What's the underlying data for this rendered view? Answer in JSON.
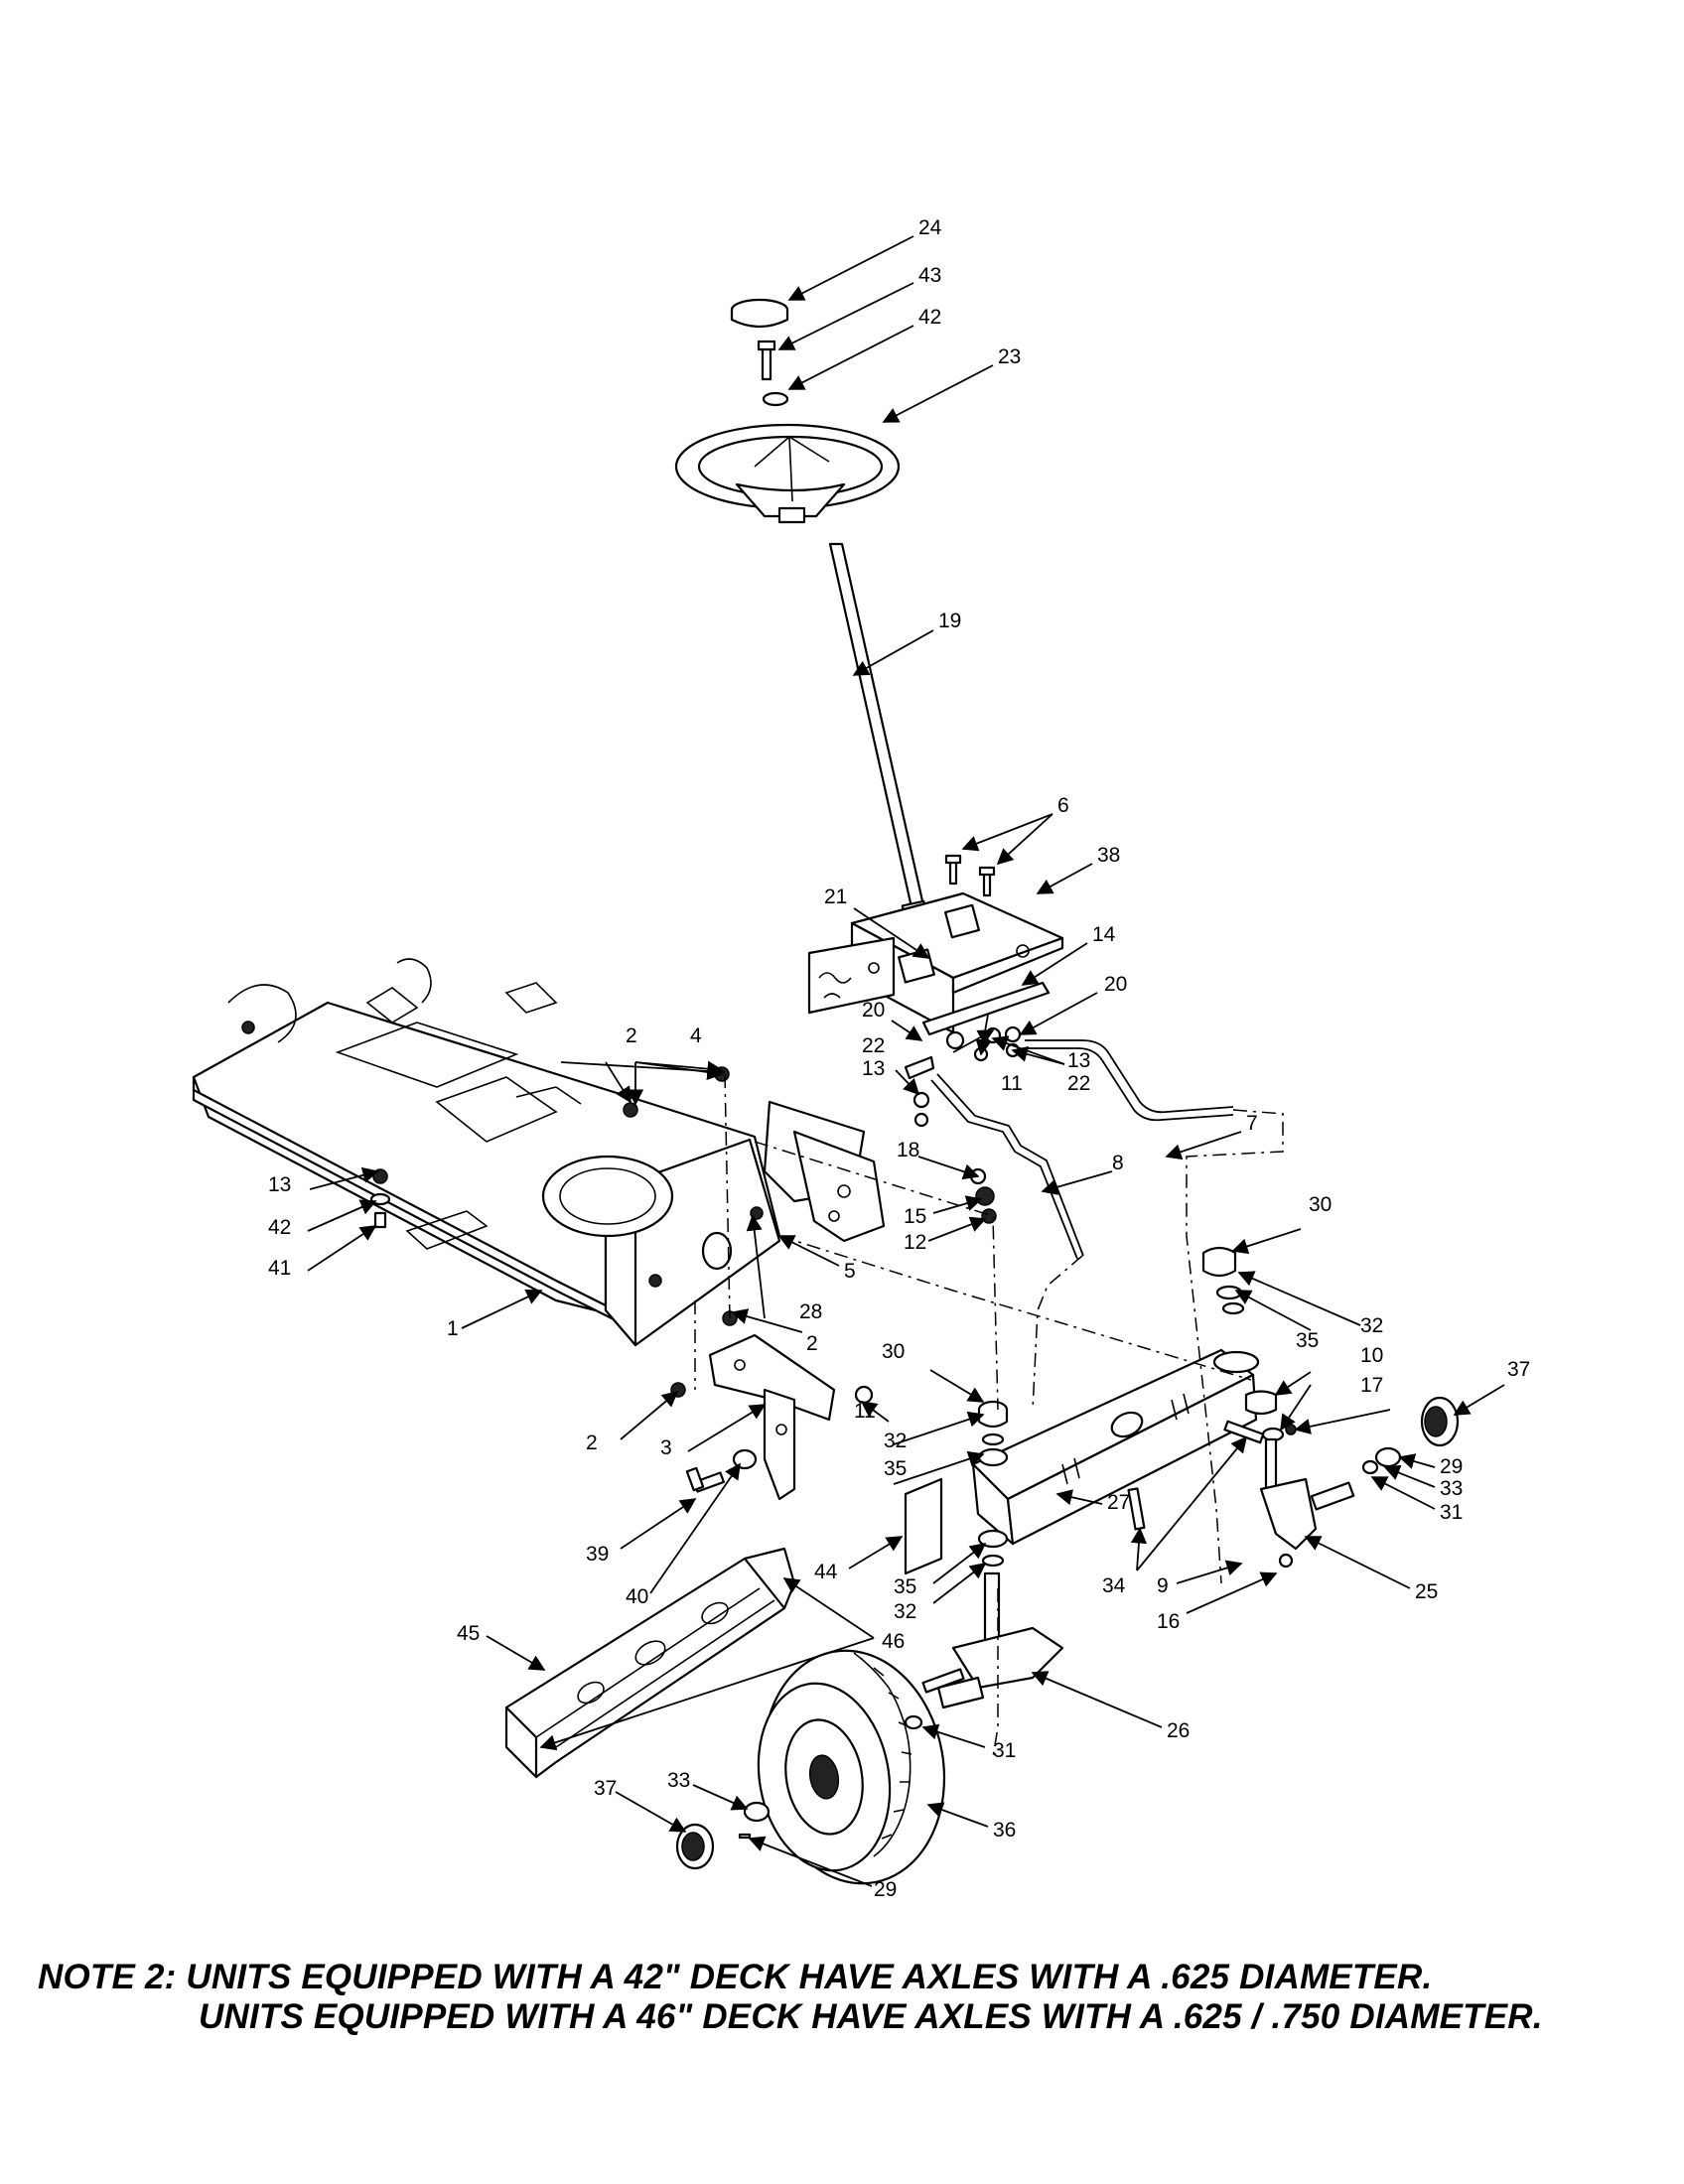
{
  "labels": [
    {
      "text": "24"
    },
    {
      "text": "43"
    },
    {
      "text": "42"
    },
    {
      "text": "23"
    },
    {
      "text": "19"
    },
    {
      "text": "6"
    },
    {
      "text": "38"
    },
    {
      "text": "21"
    },
    {
      "text": "14"
    },
    {
      "text": "20"
    },
    {
      "text": "2"
    },
    {
      "text": "4"
    },
    {
      "text": "20"
    },
    {
      "text": "22"
    },
    {
      "text": "13"
    },
    {
      "text": "13"
    },
    {
      "text": "22"
    },
    {
      "text": "11"
    },
    {
      "text": "7"
    },
    {
      "text": "18"
    },
    {
      "text": "8"
    },
    {
      "text": "13"
    },
    {
      "text": "42"
    },
    {
      "text": "41"
    },
    {
      "text": "15"
    },
    {
      "text": "12"
    },
    {
      "text": "5"
    },
    {
      "text": "30"
    },
    {
      "text": "28"
    },
    {
      "text": "1"
    },
    {
      "text": "2"
    },
    {
      "text": "30"
    },
    {
      "text": "32"
    },
    {
      "text": "35"
    },
    {
      "text": "10"
    },
    {
      "text": "37"
    },
    {
      "text": "11"
    },
    {
      "text": "17"
    },
    {
      "text": "2"
    },
    {
      "text": "3"
    },
    {
      "text": "32"
    },
    {
      "text": "35"
    },
    {
      "text": "29"
    },
    {
      "text": "33"
    },
    {
      "text": "31"
    },
    {
      "text": "39"
    },
    {
      "text": "27"
    },
    {
      "text": "44"
    },
    {
      "text": "40"
    },
    {
      "text": "35"
    },
    {
      "text": "32"
    },
    {
      "text": "34"
    },
    {
      "text": "9"
    },
    {
      "text": "25"
    },
    {
      "text": "16"
    },
    {
      "text": "45"
    },
    {
      "text": "46"
    },
    {
      "text": "26"
    },
    {
      "text": "31"
    },
    {
      "text": "33"
    },
    {
      "text": "37"
    },
    {
      "text": "36"
    },
    {
      "text": "29"
    }
  ],
  "notes": {
    "line1": "NOTE 2: UNITS EQUIPPED WITH A 42\" DECK HAVE AXLES WITH A .625 DIAMETER.",
    "line2": "UNITS EQUIPPED WITH A 46\" DECK HAVE AXLES WITH A .625 / .750 DIAMETER."
  }
}
